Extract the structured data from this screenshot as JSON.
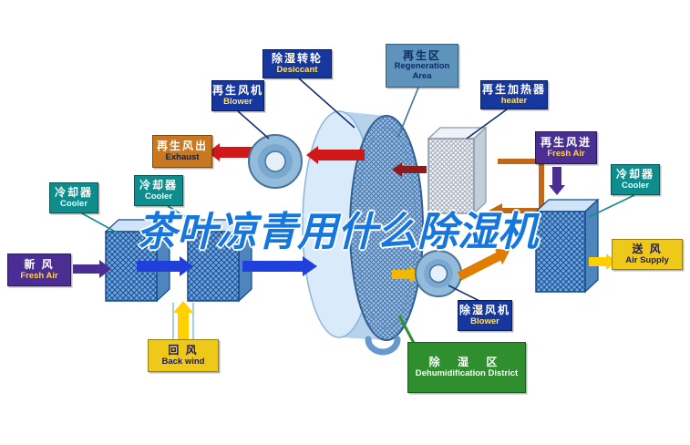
{
  "watermark": "茶叶凉青用什么除湿机",
  "colors": {
    "label_blue": "#16389e",
    "label_teal": "#0f8c8c",
    "label_purple": "#4b2e93",
    "label_orange": "#c9781d",
    "label_yellow": "#eec91a",
    "label_green": "#2f8f2f",
    "label_steel": "#5e93bb",
    "arrow_red": "#d01818",
    "arrow_dark_red": "#8f1a1a",
    "arrow_blue": "#2040dd",
    "arrow_yellow": "#ffd000",
    "arrow_orange": "#e07d00",
    "arrow_purple": "#4b2e93",
    "watermark_blue": "#1577dd"
  },
  "labels": {
    "regen_blower": {
      "zh": "再生风机",
      "en": "Blower"
    },
    "desiccant_wheel": {
      "zh": "除湿转轮",
      "en": "Desiccant"
    },
    "regen_area": {
      "zh": "再生区",
      "en": "Regeneration Area"
    },
    "regen_heater": {
      "zh": "再生加热器",
      "en": "heater"
    },
    "exhaust": {
      "zh": "再生风出",
      "en": "Exhaust"
    },
    "cooler_left_outer": {
      "zh": "冷却器",
      "en": "Cooler"
    },
    "cooler_left_inner": {
      "zh": "冷却器",
      "en": "Cooler"
    },
    "fresh_air_left": {
      "zh": "新 风",
      "en": "Fresh Air"
    },
    "back_wind": {
      "zh": "回 风",
      "en": "Back wind"
    },
    "regen_fresh_air": {
      "zh": "再生风进",
      "en": "Fresh Air"
    },
    "cooler_right": {
      "zh": "冷却器",
      "en": "Cooler"
    },
    "air_supply": {
      "zh": "送 风",
      "en": "Air Supply"
    },
    "dehumid_blower": {
      "zh": "除湿风机",
      "en": "Blower"
    },
    "dehumid_area": {
      "zh": "除 湿 区",
      "en": "Dehumidification District"
    }
  }
}
